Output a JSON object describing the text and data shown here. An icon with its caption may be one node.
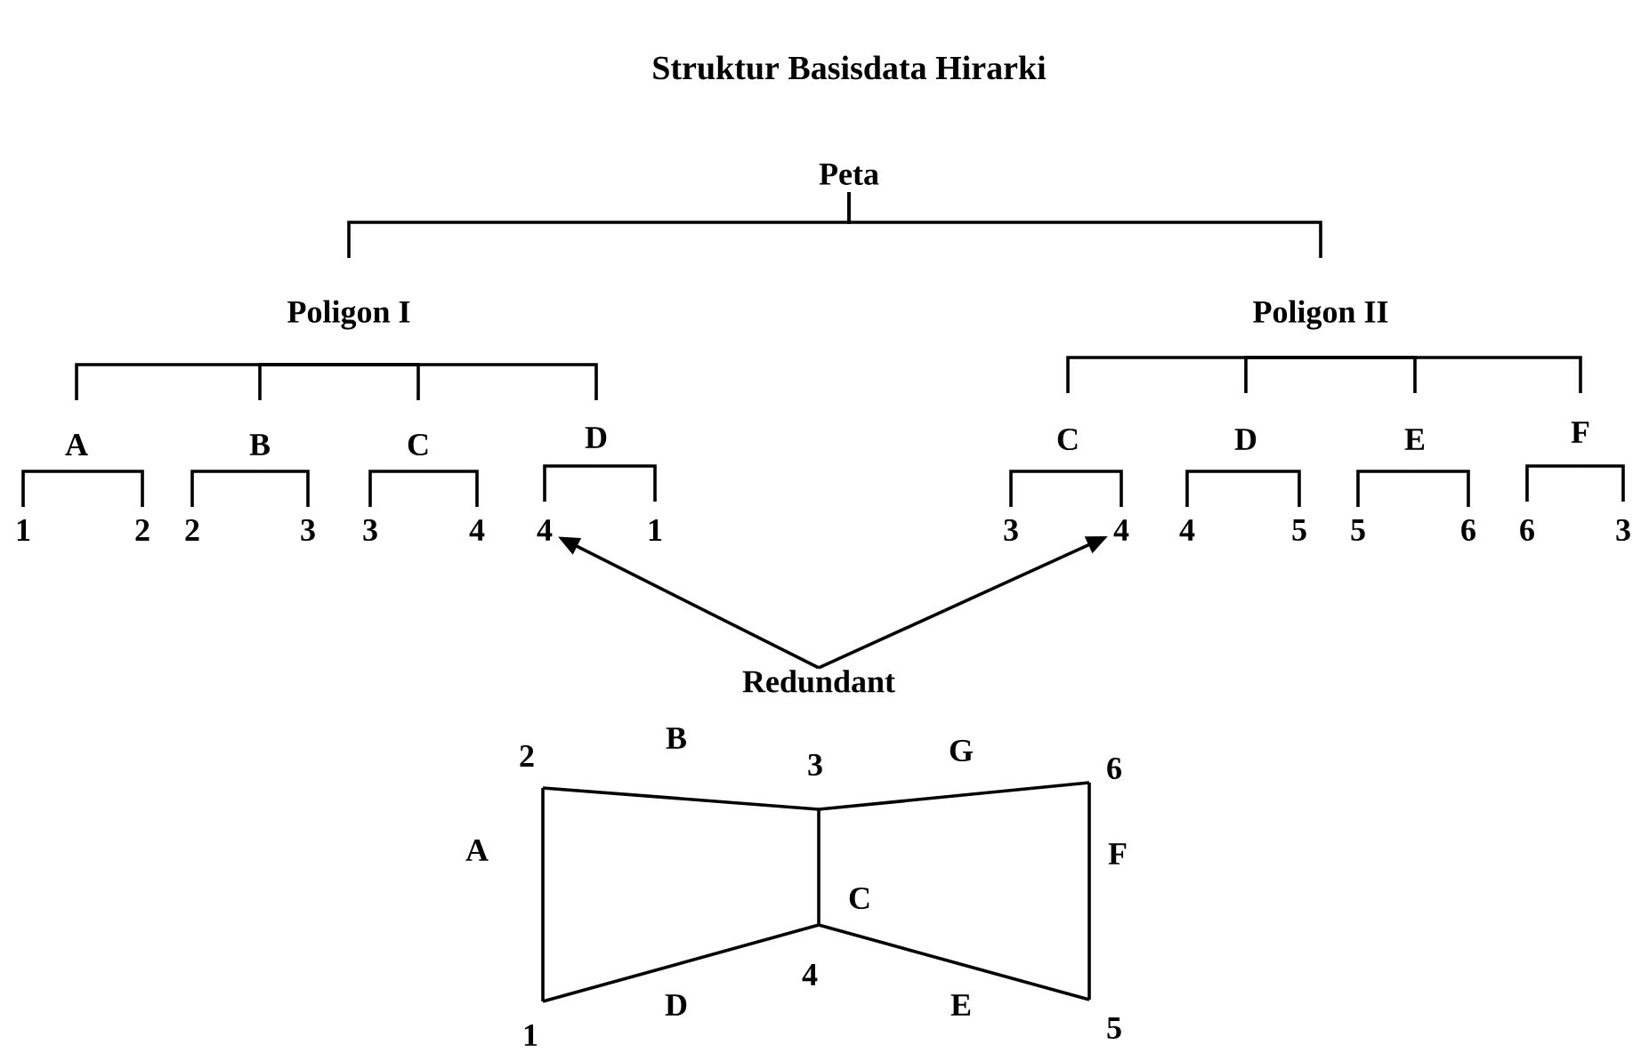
{
  "diagram": {
    "title": "Struktur Basisdata Hirarki",
    "nodes": [
      {
        "text": [
          "Peta"
        ]
      },
      {
        "text": [
          "Poligon I"
        ]
      },
      {
        "text": [
          "Poligon II"
        ]
      },
      {
        "text": [
          "A"
        ]
      },
      {
        "text": [
          "B"
        ]
      },
      {
        "text": [
          "C"
        ]
      },
      {
        "text": [
          "D"
        ]
      },
      {
        "text": [
          "1"
        ]
      },
      {
        "text": [
          "2"
        ]
      },
      {
        "text": [
          "2"
        ]
      },
      {
        "text": [
          "3"
        ]
      },
      {
        "text": [
          "3"
        ]
      },
      {
        "text": [
          "4"
        ]
      },
      {
        "text": [
          "4"
        ]
      },
      {
        "text": [
          "1"
        ]
      },
      {
        "text": [
          "C"
        ]
      },
      {
        "text": [
          "D"
        ]
      },
      {
        "text": [
          "E"
        ]
      },
      {
        "text": [
          "F"
        ]
      },
      {
        "text": [
          "3"
        ]
      },
      {
        "text": [
          "4"
        ]
      },
      {
        "text": [
          "4"
        ]
      },
      {
        "text": [
          "5"
        ]
      },
      {
        "text": [
          "5"
        ]
      },
      {
        "text": [
          "6"
        ]
      },
      {
        "text": [
          "6"
        ]
      },
      {
        "text": [
          "3"
        ]
      },
      {
        "text": [
          "Redundant"
        ]
      }
    ],
    "edges": [
      {
        "from": 0,
        "to": 1,
        "arrow": "none"
      },
      {
        "from": 0,
        "to": 2,
        "arrow": "none"
      },
      {
        "from": 1,
        "to": 3,
        "arrow": "none"
      },
      {
        "from": 1,
        "to": 4,
        "arrow": "none"
      },
      {
        "from": 1,
        "to": 5,
        "arrow": "none"
      },
      {
        "from": 1,
        "to": 6,
        "arrow": "none"
      },
      {
        "from": 3,
        "to": 7,
        "arrow": "none"
      },
      {
        "from": 3,
        "to": 8,
        "arrow": "none"
      },
      {
        "from": 4,
        "to": 9,
        "arrow": "none"
      },
      {
        "from": 4,
        "to": 10,
        "arrow": "none"
      },
      {
        "from": 5,
        "to": 11,
        "arrow": "none"
      },
      {
        "from": 5,
        "to": 12,
        "arrow": "none"
      },
      {
        "from": 6,
        "to": 13,
        "arrow": "none"
      },
      {
        "from": 6,
        "to": 14,
        "arrow": "none"
      },
      {
        "from": 2,
        "to": 15,
        "arrow": "none"
      },
      {
        "from": 2,
        "to": 16,
        "arrow": "none"
      },
      {
        "from": 2,
        "to": 17,
        "arrow": "none"
      },
      {
        "from": 2,
        "to": 18,
        "arrow": "none"
      },
      {
        "from": 15,
        "to": 19,
        "arrow": "none"
      },
      {
        "from": 15,
        "to": 20,
        "arrow": "none"
      },
      {
        "from": 16,
        "to": 21,
        "arrow": "none"
      },
      {
        "from": 16,
        "to": 22,
        "arrow": "none"
      },
      {
        "from": 17,
        "to": 23,
        "arrow": "none"
      },
      {
        "from": 17,
        "to": 24,
        "arrow": "none"
      },
      {
        "from": 18,
        "to": 25,
        "arrow": "none"
      },
      {
        "from": 18,
        "to": 26,
        "arrow": "none"
      },
      {
        "from": 27,
        "to": 13,
        "arrow": "to"
      },
      {
        "from": 27,
        "to": 20,
        "arrow": "to"
      }
    ],
    "labels": [
      "2",
      "B",
      "3",
      "G",
      "6",
      "A",
      "C",
      "F",
      "4",
      "D",
      "E",
      "1",
      "5"
    ]
  }
}
